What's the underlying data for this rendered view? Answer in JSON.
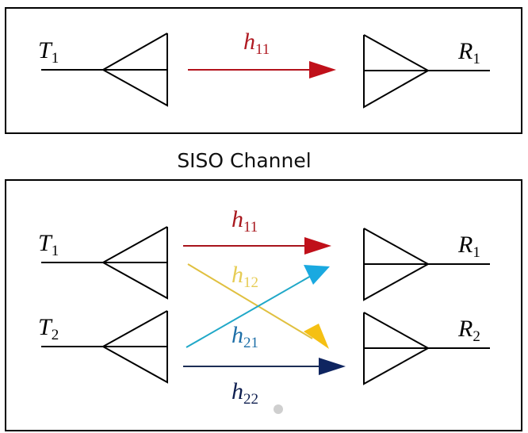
{
  "colors": {
    "h11": "#c0101a",
    "h12": "#f5c013",
    "h21": "#1aa9e0",
    "h22": "#0f2560",
    "frame": "#000000"
  },
  "siso": {
    "caption": "SISO Channel",
    "tx": {
      "base": "T",
      "sub": "1"
    },
    "rx": {
      "base": "R",
      "sub": "1"
    },
    "channel": {
      "base": "h",
      "sub": "11"
    }
  },
  "mimo": {
    "tx": [
      {
        "base": "T",
        "sub": "1"
      },
      {
        "base": "T",
        "sub": "2"
      }
    ],
    "rx": [
      {
        "base": "R",
        "sub": "1"
      },
      {
        "base": "R",
        "sub": "2"
      }
    ],
    "channels": [
      {
        "id": "h11",
        "base": "h",
        "sub": "11",
        "from": "T1",
        "to": "R1"
      },
      {
        "id": "h12",
        "base": "h",
        "sub": "12",
        "from": "T1",
        "to": "R2"
      },
      {
        "id": "h21",
        "base": "h",
        "sub": "21",
        "from": "T2",
        "to": "R1"
      },
      {
        "id": "h22",
        "base": "h",
        "sub": "22",
        "from": "T2",
        "to": "R2"
      }
    ]
  }
}
